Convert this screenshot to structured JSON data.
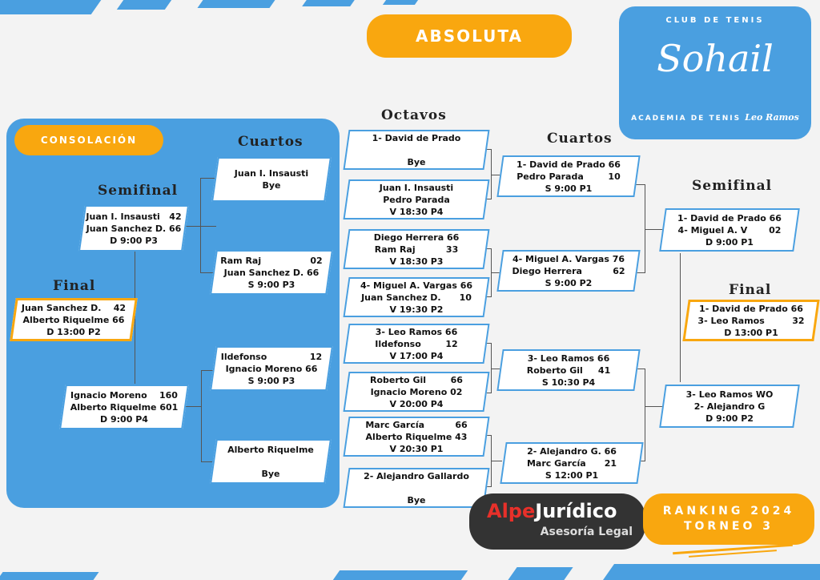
{
  "title": "ABSOLUTA",
  "consolation_label": "CONSOLACIÓN",
  "club": {
    "top": "CLUB DE TENIS",
    "name": "Sohail",
    "bottom": "ACADEMIA DE TENIS",
    "signature": "Leo Ramos"
  },
  "headings": {
    "octavos": "Octavos",
    "cuartos_main": "Cuartos",
    "semifinal_main": "Semifinal",
    "final_main": "Final",
    "cuartos_cons": "Cuartos",
    "semifinal_cons": "Semifinal",
    "final_cons": "Final"
  },
  "octavos": [
    {
      "lines": [
        "1- David de Prado",
        "",
        "Bye"
      ]
    },
    {
      "lines": [
        "Juan I. Insausti",
        "Pedro Parada",
        "V 18:30 P4"
      ]
    },
    {
      "lines": [
        "Diego Herrera 66",
        "Ram Raj          33",
        "V 18:30 P3"
      ]
    },
    {
      "lines": [
        "4- Miguel A. Vargas 66",
        "Juan Sanchez D.      10",
        "V 19:30 P2"
      ]
    },
    {
      "lines": [
        "3- Leo Ramos 66",
        "Ildefonso        12",
        "V 17:00 P4"
      ]
    },
    {
      "lines": [
        "Roberto Gil        66",
        "Ignacio Moreno 02",
        "V 20:00 P4"
      ]
    },
    {
      "lines": [
        "Marc García          66",
        "Alberto Riquelme 43",
        "V 20:30 P1"
      ]
    },
    {
      "lines": [
        "2- Alejandro Gallardo",
        "",
        "Bye"
      ]
    }
  ],
  "cuartos": [
    {
      "lines": [
        "1- David de Prado 66",
        "Pedro Parada        10",
        "S 9:00 P1"
      ]
    },
    {
      "lines": [
        "4- Miguel A. Vargas 76",
        "Diego Herrera          62",
        "S 9:00 P2"
      ]
    },
    {
      "lines": [
        "3- Leo Ramos 66",
        "Roberto Gil     41",
        "S 10:30 P4"
      ]
    },
    {
      "lines": [
        "2- Alejandro G. 66",
        "Marc García      21",
        "S 12:00 P1"
      ]
    }
  ],
  "semifinal": [
    {
      "lines": [
        "1- David de Prado 66",
        "4- Miguel A. V       02",
        "D 9:00 P1"
      ]
    },
    {
      "lines": [
        "3- Leo Ramos WO",
        "2- Alejandro G",
        "D 9:00 P2"
      ]
    }
  ],
  "final": {
    "lines": [
      "1- David de Prado 66",
      "3- Leo Ramos         32",
      "D 13:00 P1"
    ]
  },
  "cons_cuartos": [
    {
      "lines": [
        "Juan I. Insausti",
        "Bye"
      ]
    },
    {
      "lines": [
        "Ram Raj                02",
        "Juan Sanchez D. 66",
        "S 9:00 P3"
      ]
    },
    {
      "lines": [
        "Ildefonso              12",
        "Ignacio Moreno 66",
        "S 9:00 P3"
      ]
    },
    {
      "lines": [
        "Alberto Riquelme",
        "",
        "Bye"
      ]
    }
  ],
  "cons_semifinal": [
    {
      "lines": [
        "Juan I. Insausti   42",
        "Juan Sanchez D. 66",
        "D 9:00 P3"
      ]
    },
    {
      "lines": [
        "Ignacio Moreno    160",
        "Alberto Riquelme 601",
        "D 9:00 P4"
      ]
    }
  ],
  "cons_final": {
    "lines": [
      "Juan Sanchez D.    42",
      "Alberto Riquelme 66",
      "D 13:00 P2"
    ]
  },
  "sponsor": {
    "alpe": "Alpe",
    "juridico": "Jurídico",
    "tagline": "Asesoría Legal"
  },
  "ranking": {
    "line1": "RANKING 2024",
    "line2": "TORNEO 3"
  },
  "colors": {
    "blue": "#4a9fe0",
    "orange": "#f9a70f",
    "dark": "#333333",
    "red": "#e8302a"
  }
}
